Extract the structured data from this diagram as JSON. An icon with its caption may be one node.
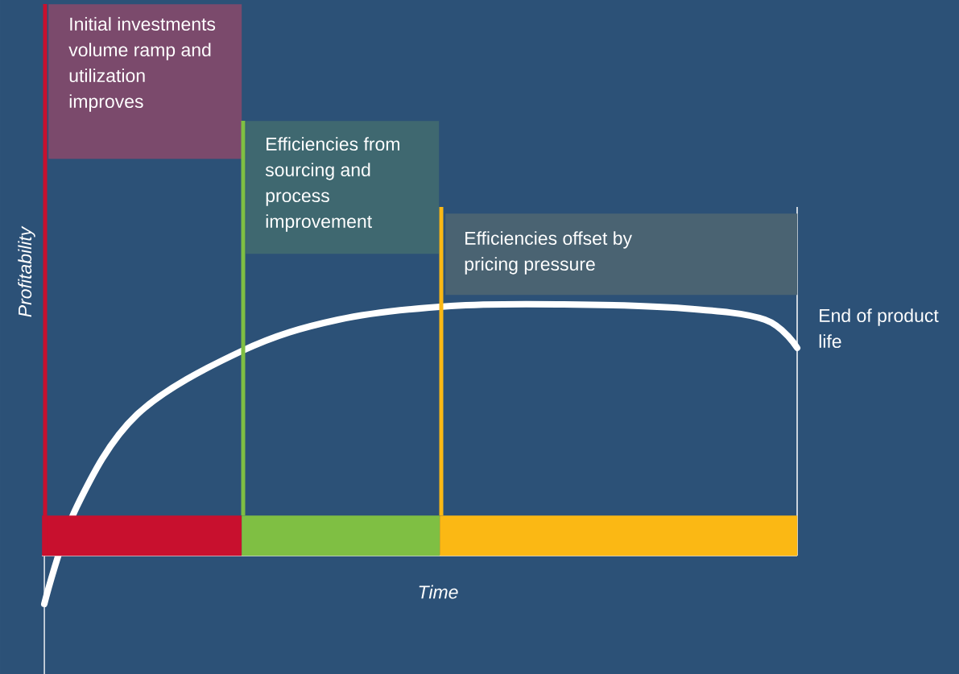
{
  "diagram": {
    "nodes": [
      {
        "text": [
          "Initial investments volume ramp and utilization improves"
        ]
      },
      {
        "text": [
          "Efficiencies from sourcing and process improvement"
        ]
      },
      {
        "text": [
          "Efficiencies offset by pricing pressure"
        ]
      },
      {
        "text": [
          "End of product life"
        ]
      },
      {
        "text": [],
        "shape": "bar"
      },
      {
        "text": [],
        "shape": "bar"
      },
      {
        "text": [],
        "shape": "bar"
      }
    ],
    "edges": [],
    "labels": [
      "Profitability",
      "Time"
    ]
  }
}
